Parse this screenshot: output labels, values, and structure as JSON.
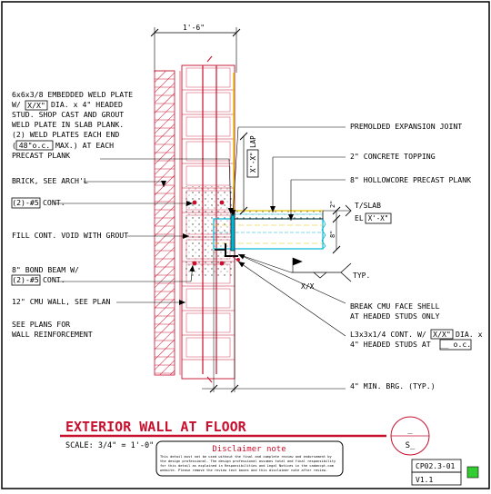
{
  "dimensions": {
    "wall_width": "1'-6\"",
    "lap": "X'-X\" LAP",
    "height_8": "8\"",
    "min_2": "2\""
  },
  "callouts_left": {
    "weld_plate_1": "6x6x3/8 EMBEDDED WELD PLATE",
    "weld_plate_2_prefix": "W/",
    "weld_plate_2_box": "X/X\"",
    "weld_plate_2_suffix": "DIA. x 4\" HEADED",
    "weld_plate_3": "STUD. SHOP CAST AND GROUT",
    "weld_plate_4": "WELD PLATE IN SLAB PLANK.",
    "weld_plate_5": "(2) WELD PLATES EACH END",
    "weld_plate_6_box": "48\"o.c.",
    "weld_plate_6_suffix": "MAX.) AT EACH",
    "weld_plate_7": "PRECAST PLANK",
    "brick": "BRICK, SEE ARCH'L",
    "cont1_box": "(2)-#5",
    "cont1_suffix": "CONT.",
    "fill_void": "FILL CONT. VOID WITH GROUT",
    "bond_beam_1": "8\" BOND BEAM W/",
    "bond_beam_2_box": "(2)-#5",
    "bond_beam_2_suffix": "CONT.",
    "cmu_wall": "12\" CMU WALL, SEE PLAN",
    "see_plans_1": "SEE PLANS FOR",
    "see_plans_2": "WALL REINFORCEMENT"
  },
  "callouts_right": {
    "expansion_joint": "PREMOLDED EXPANSION JOINT",
    "topping": "2\" CONCRETE TOPPING",
    "hollowcore": "8\" HOLLOWCORE PRECAST PLANK",
    "tslab": "T/SLAB",
    "el_prefix": "EL",
    "el_box": "X'-X\"",
    "typ": "TYP.",
    "weld_symbol": "X/X",
    "break_cmu_1": "BREAK CMU FACE SHELL",
    "break_cmu_2": "AT HEADED STUDS ONLY",
    "angle_1_prefix": "L3x3x1/4 CONT. W/",
    "angle_1_box": "X/X\"",
    "angle_1_suffix": "DIA. x",
    "angle_2_prefix": "4\" HEADED STUDS AT",
    "angle_2_box": "__ o.c.",
    "min_bearing": "4\" MIN. BRG. (TYP.)"
  },
  "title_block": {
    "title": "EXTERIOR WALL AT FLOOR",
    "scale": "SCALE: 3/4\" = 1'-0\"",
    "disclaimer_heading": "Disclaimer note",
    "disclaimer_lines": [
      "This detail must not be used without the final and complete review and endorsement by",
      "the design professional. The design professional assumes total and final responsibility",
      "for this detail as explained in Responsibilities and Legal Notices in the cadoncpt.com",
      "website. Please remove the review text boxes and this disclaimer note after review."
    ],
    "section_top": "_",
    "section_bottom": "S_",
    "detail_number": "CP02.3-01",
    "version": "V1.1"
  },
  "colors": {
    "drawing_red": "#c8102e",
    "title_red": "#c8102e",
    "cyan": "#00b8d4",
    "yellow": "#e6c200",
    "green": "#33cc33",
    "black": "#000000"
  }
}
